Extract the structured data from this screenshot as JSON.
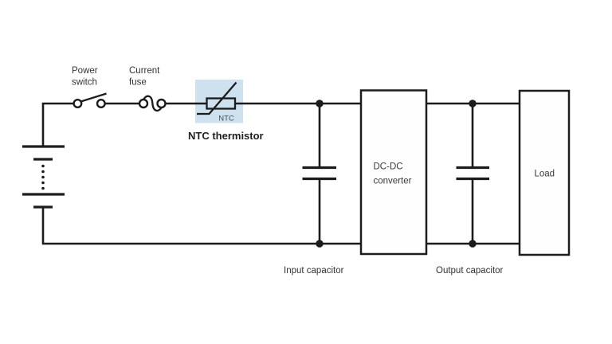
{
  "diagram": {
    "type": "circuit-schematic",
    "colors": {
      "background": "#ffffff",
      "line": "#1c1c1c",
      "ntc_highlight": "#cde2ee",
      "label_text": "#333333",
      "ntc_symbol_text": "#4d4d4d",
      "bold_label_text": "#1f1f1f"
    },
    "components": {
      "battery": {
        "kind": "multi-cell battery symbol"
      },
      "power_switch": {
        "label_line1": "Power",
        "label_line2": "switch"
      },
      "current_fuse": {
        "label_line1": "Current",
        "label_line2": "fuse"
      },
      "ntc_thermistor": {
        "symbol_text": "NTC",
        "label": "NTC thermistor"
      },
      "input_capacitor": {
        "label": "Input capacitor"
      },
      "dc_dc_converter": {
        "label_line1": "DC-DC",
        "label_line2": "converter"
      },
      "output_capacitor": {
        "label": "Output capacitor"
      },
      "load": {
        "label": "Load"
      }
    }
  }
}
